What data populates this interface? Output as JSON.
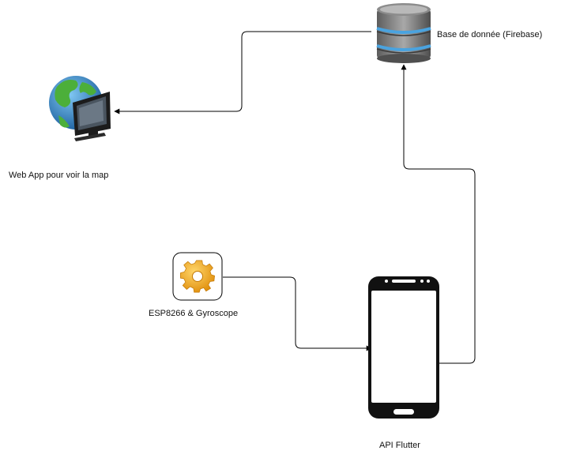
{
  "nodes": {
    "database": {
      "label": "Base de donnée (Firebase)",
      "icon": "database-icon"
    },
    "web_app": {
      "label": "Web App pour voir la map",
      "icon": "globe-monitor-icon"
    },
    "esp": {
      "label": "ESP8266 & Gyroscope",
      "icon": "gear-icon"
    },
    "api": {
      "label": "API Flutter",
      "icon": "smartphone-icon"
    }
  },
  "edges": [
    {
      "from": "esp",
      "to": "api"
    },
    {
      "from": "api",
      "to": "database"
    },
    {
      "from": "database",
      "to": "web_app"
    }
  ],
  "colors": {
    "edge": "#000000",
    "db_body": "#7b7b7b",
    "db_band": "#4aa3df",
    "gear": "#f2a516",
    "phone": "#111111",
    "globe_water": "#2d7fc1",
    "globe_land": "#4caf3a"
  }
}
